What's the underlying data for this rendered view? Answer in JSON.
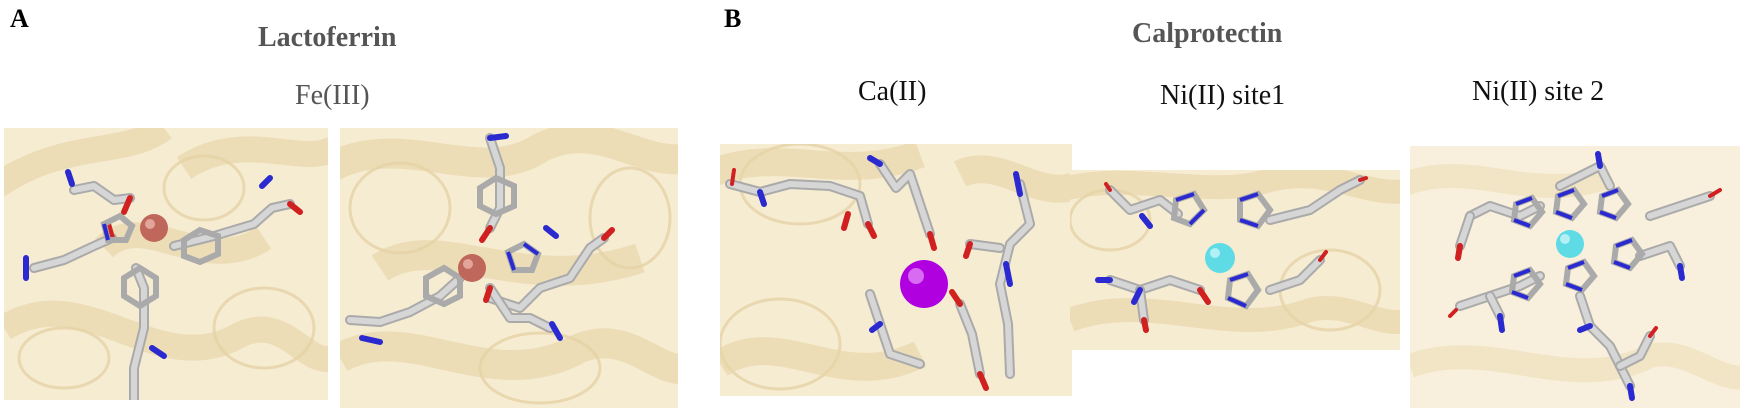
{
  "figure": {
    "panel_a": {
      "letter": "A",
      "title": "Lactoferrin",
      "metal_label": "Fe(III)",
      "scenes": [
        {
          "metal": "Fe(III)",
          "metal_color": "#c0675c"
        },
        {
          "metal": "Fe(III)",
          "metal_color": "#c0675c"
        }
      ]
    },
    "panel_b": {
      "letter": "B",
      "title": "Calprotectin",
      "sites": [
        {
          "label": "Ca(II)",
          "metal_color": "#b000e0"
        },
        {
          "label": "Ni(II) site1",
          "metal_color": "#5fdbe6"
        },
        {
          "label": "Ni(II) site 2",
          "metal_color": "#5fdbe6"
        }
      ]
    }
  },
  "colors": {
    "background_ribbon": "#f2e4c2",
    "carbon_stick": "#c8c8c8",
    "nitrogen": "#2a2ad0",
    "oxygen": "#d02020"
  }
}
